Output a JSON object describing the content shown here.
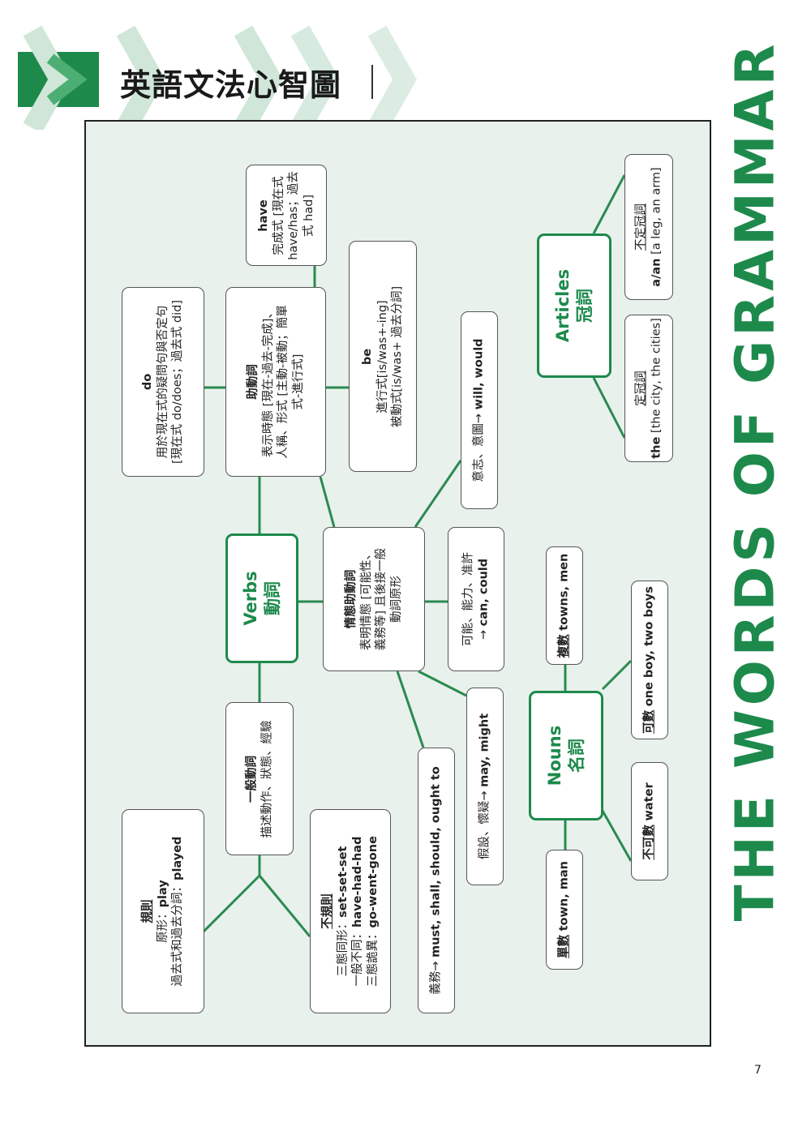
{
  "header": {
    "title": "英語文法心智圖"
  },
  "side_title": "THE WORDS OF GRAMMAR",
  "page_number": "7",
  "colors": {
    "accent": "#1d8a4c",
    "panel_bg": "#e8f1ec",
    "line": "#2b8a50"
  },
  "verbs": {
    "main": {
      "en": "Verbs",
      "zh": "動詞"
    },
    "do": {
      "title": "do",
      "l1": "用於現在式的疑問句與否定句",
      "l2": "[現在式 do/does；過去式 did]"
    },
    "auxiliary": {
      "title": "助動詞",
      "l1": "表示時態 [現在-過去-完成]、",
      "l2": "人稱、形式 [主動-被動；簡單",
      "l3": "式-進行式]"
    },
    "have": {
      "title": "have",
      "l1": "完成式 [現在式",
      "l2": "have/has；過去",
      "l3": "式 had]"
    },
    "be": {
      "title": "be",
      "l1": "進行式[is/was+-ing]",
      "l2": "被動式[is/was+ 過去分詞]"
    },
    "will": {
      "l1": "意志、意圖→ ",
      "word": "will, would"
    },
    "modal": {
      "title": "情態助動詞",
      "l1": "表明情態 [可能性、",
      "l2": "義務等] 且後接一般",
      "l3": "動詞原形"
    },
    "can": {
      "l1": "可能、能力、准許",
      "l2a": "→ ",
      "word": "can, could"
    },
    "may": {
      "l1": "假設、懷疑→ ",
      "word": "may, might"
    },
    "must": {
      "l1": "義務→ ",
      "word": "must, shall, should, ought to"
    },
    "general": {
      "title": "一般動詞",
      "l1": "描述動作、狀態、經驗"
    },
    "regular": {
      "title": "規則",
      "l1a": "原形：",
      "l1b": "play",
      "l2a": "過去式和過去分詞：",
      "l2b": "played"
    },
    "irregular": {
      "title": "不規則",
      "l1a": "三態同形：",
      "l1b": "set-set-set",
      "l2a": "一般不同：",
      "l2b": "have-had-had",
      "l3a": "三態詭異：",
      "l3b": "go-went-gone"
    }
  },
  "articles": {
    "main": {
      "en": "Articles",
      "zh": "冠詞"
    },
    "indefinite": {
      "title": "不定冠詞",
      "word": "a/an",
      "ex": " [a leg, an arm]"
    },
    "definite": {
      "title": "定冠詞",
      "word": "the",
      "ex": " [the city, the cities]"
    }
  },
  "nouns": {
    "main": {
      "en": "Nouns",
      "zh": "名詞"
    },
    "plural": {
      "label": "複數",
      "word": "towns, men"
    },
    "countable": {
      "label": "可數",
      "word": "one boy, two boys"
    },
    "singular": {
      "label": "單數",
      "word": "town, man"
    },
    "uncountable": {
      "label": "不可數",
      "word": "water"
    }
  }
}
